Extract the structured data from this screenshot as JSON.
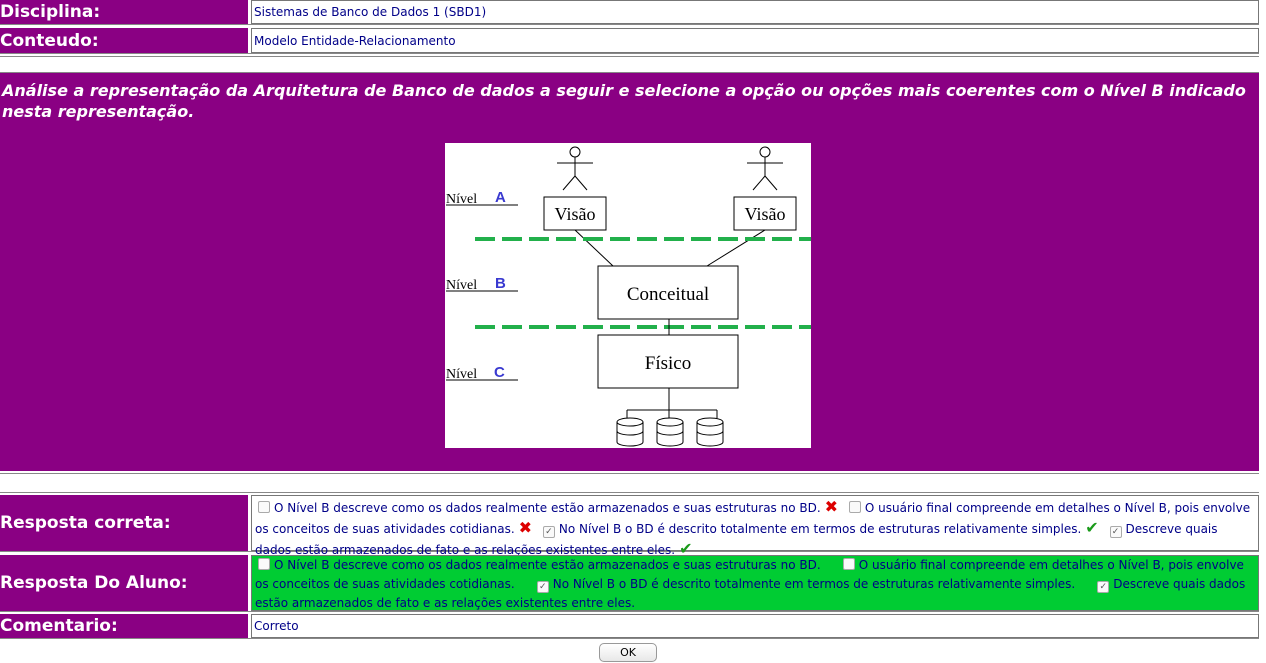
{
  "disciplina": {
    "label": "Disciplina:",
    "value": "Sistemas de Banco de Dados 1 (SBD1)"
  },
  "conteudo": {
    "label": "Conteudo:",
    "value": "Modelo Entidade-Relacionamento"
  },
  "question": {
    "text": "Análise a representação da Arquitetura de Banco de dados a seguir e selecione a opção ou opções mais coerentes com o Nível B indicado nesta representação.",
    "diagram": {
      "level_word": "Nível",
      "levels": [
        "A",
        "B",
        "C"
      ],
      "visao": "Visão",
      "conceitual": "Conceitual",
      "fisico": "Físico",
      "colors": {
        "dash": "#22b04b",
        "level_letter": "#3a3ad0"
      }
    }
  },
  "resposta_correta": {
    "label": "Resposta correta:",
    "options": [
      {
        "text": "O Nível B descreve como os dados realmente estão armazenados e suas estruturas no BD.",
        "checked": false,
        "mark": "wrong-icon"
      },
      {
        "text": "O usuário final compreende em detalhes o Nível B, pois envolve os conceitos de suas atividades cotidianas.",
        "checked": false,
        "mark": "wrong-icon"
      },
      {
        "text": "No Nível B o BD é descrito totalmente em termos de estruturas relativamente simples.",
        "checked": true,
        "mark": "correct-icon"
      },
      {
        "text": "Descreve quais dados estão armazenados de fato e as relações existentes entre eles.",
        "checked": true,
        "mark": "correct-icon"
      }
    ]
  },
  "resposta_aluno": {
    "label": "Resposta Do Aluno:",
    "bg": "#00cc33",
    "options": [
      {
        "text": "O Nível B descreve como os dados realmente estão armazenados e suas estruturas no BD.",
        "checked": false
      },
      {
        "text": "O usuário final compreende em detalhes o Nível B, pois envolve os conceitos de suas atividades cotidianas.",
        "checked": false
      },
      {
        "text": "No Nível B o BD é descrito totalmente em termos de estruturas relativamente simples.",
        "checked": true
      },
      {
        "text": "Descreve quais dados estão armazenados de fato e as relações existentes entre eles.",
        "checked": true
      }
    ]
  },
  "comentario": {
    "label": "Comentario:",
    "value": "Correto"
  },
  "ok_label": "OK",
  "colors": {
    "purple": "#8a0083"
  }
}
